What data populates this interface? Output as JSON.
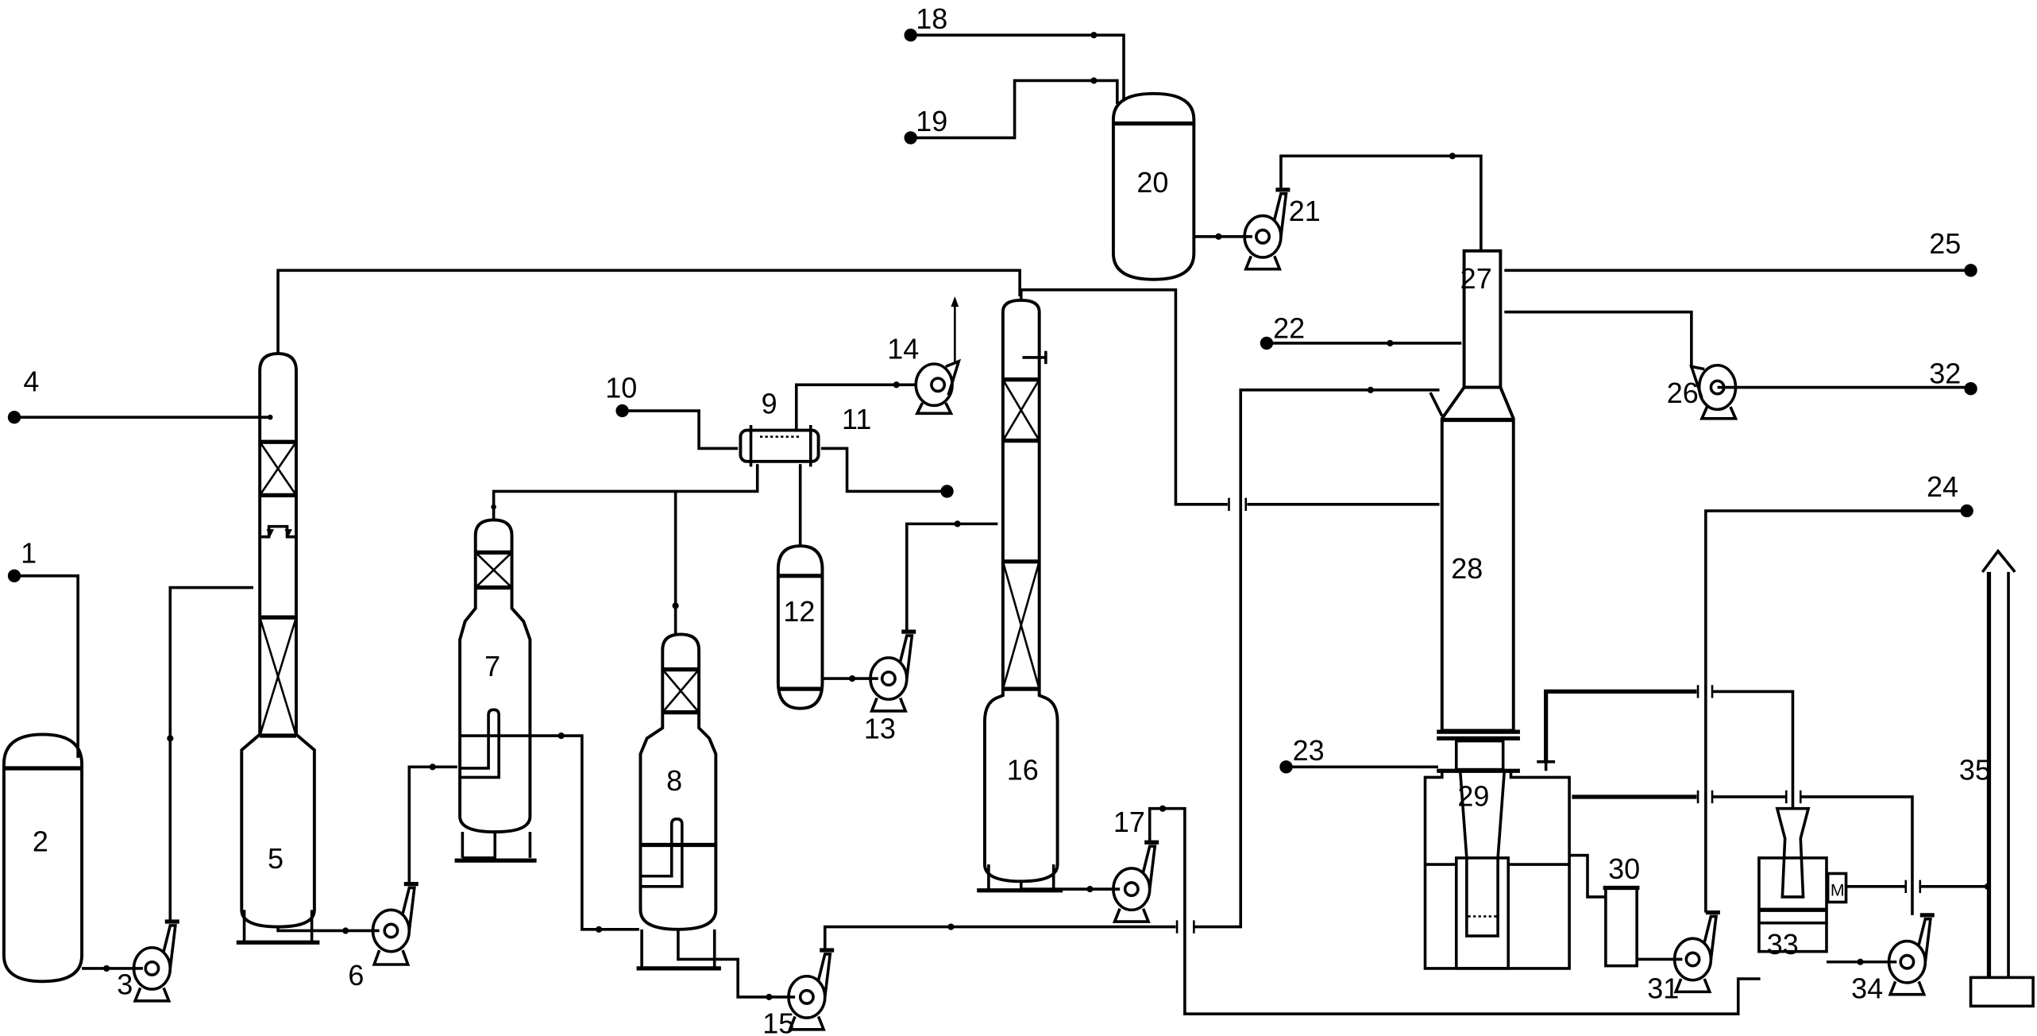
{
  "diagram": {
    "type": "process-flow-diagram",
    "background": "#ffffff",
    "stroke_color": "#000000",
    "stream_terminals": [
      {
        "id": "1",
        "label": "1"
      },
      {
        "id": "4",
        "label": "4"
      },
      {
        "id": "10",
        "label": "10"
      },
      {
        "id": "11",
        "label": "11"
      },
      {
        "id": "18",
        "label": "18"
      },
      {
        "id": "19",
        "label": "19"
      },
      {
        "id": "22",
        "label": "22"
      },
      {
        "id": "23",
        "label": "23"
      },
      {
        "id": "24",
        "label": "24"
      },
      {
        "id": "25",
        "label": "25"
      },
      {
        "id": "32",
        "label": "32"
      }
    ],
    "equipment": {
      "tank_2": {
        "label": "2",
        "kind": "storage tank"
      },
      "pump_3": {
        "label": "3",
        "kind": "centrifugal pump"
      },
      "column_5": {
        "label": "5",
        "kind": "packed column with reboiler sump"
      },
      "pump_6": {
        "label": "6",
        "kind": "centrifugal pump"
      },
      "reactor_7": {
        "label": "7",
        "kind": "packed reactor vessel"
      },
      "reactor_8": {
        "label": "8",
        "kind": "packed reactor vessel"
      },
      "exchanger_9": {
        "label": "9",
        "kind": "shell-and-tube heat exchanger"
      },
      "drum_12": {
        "label": "12",
        "kind": "receiver drum"
      },
      "pump_13": {
        "label": "13",
        "kind": "centrifugal pump"
      },
      "blower_14": {
        "label": "14",
        "kind": "blower / vacuum fan"
      },
      "pump_15": {
        "label": "15",
        "kind": "centrifugal pump"
      },
      "column_16": {
        "label": "16",
        "kind": "packed column"
      },
      "pump_17": {
        "label": "17",
        "kind": "centrifugal pump"
      },
      "tank_20": {
        "label": "20",
        "kind": "mixing tank"
      },
      "pump_21": {
        "label": "21",
        "kind": "centrifugal pump"
      },
      "atomizer_27": {
        "label": "27",
        "kind": "feed nozzle section"
      },
      "tower_28": {
        "label": "28",
        "kind": "spray / reaction tower"
      },
      "separator_29": {
        "label": "29",
        "kind": "cyclone separator / settling tank"
      },
      "vessel_30": {
        "label": "30",
        "kind": "small collection vessel"
      },
      "pump_31": {
        "label": "31",
        "kind": "centrifugal pump"
      },
      "ejector_33": {
        "label": "33",
        "kind": "venturi ejector with tank and motor"
      },
      "pump_34": {
        "label": "34",
        "kind": "centrifugal pump"
      },
      "blower_26": {
        "label": "26",
        "kind": "blower"
      },
      "stack_35": {
        "label": "35",
        "kind": "exhaust stack"
      }
    },
    "motor_label": "M"
  }
}
